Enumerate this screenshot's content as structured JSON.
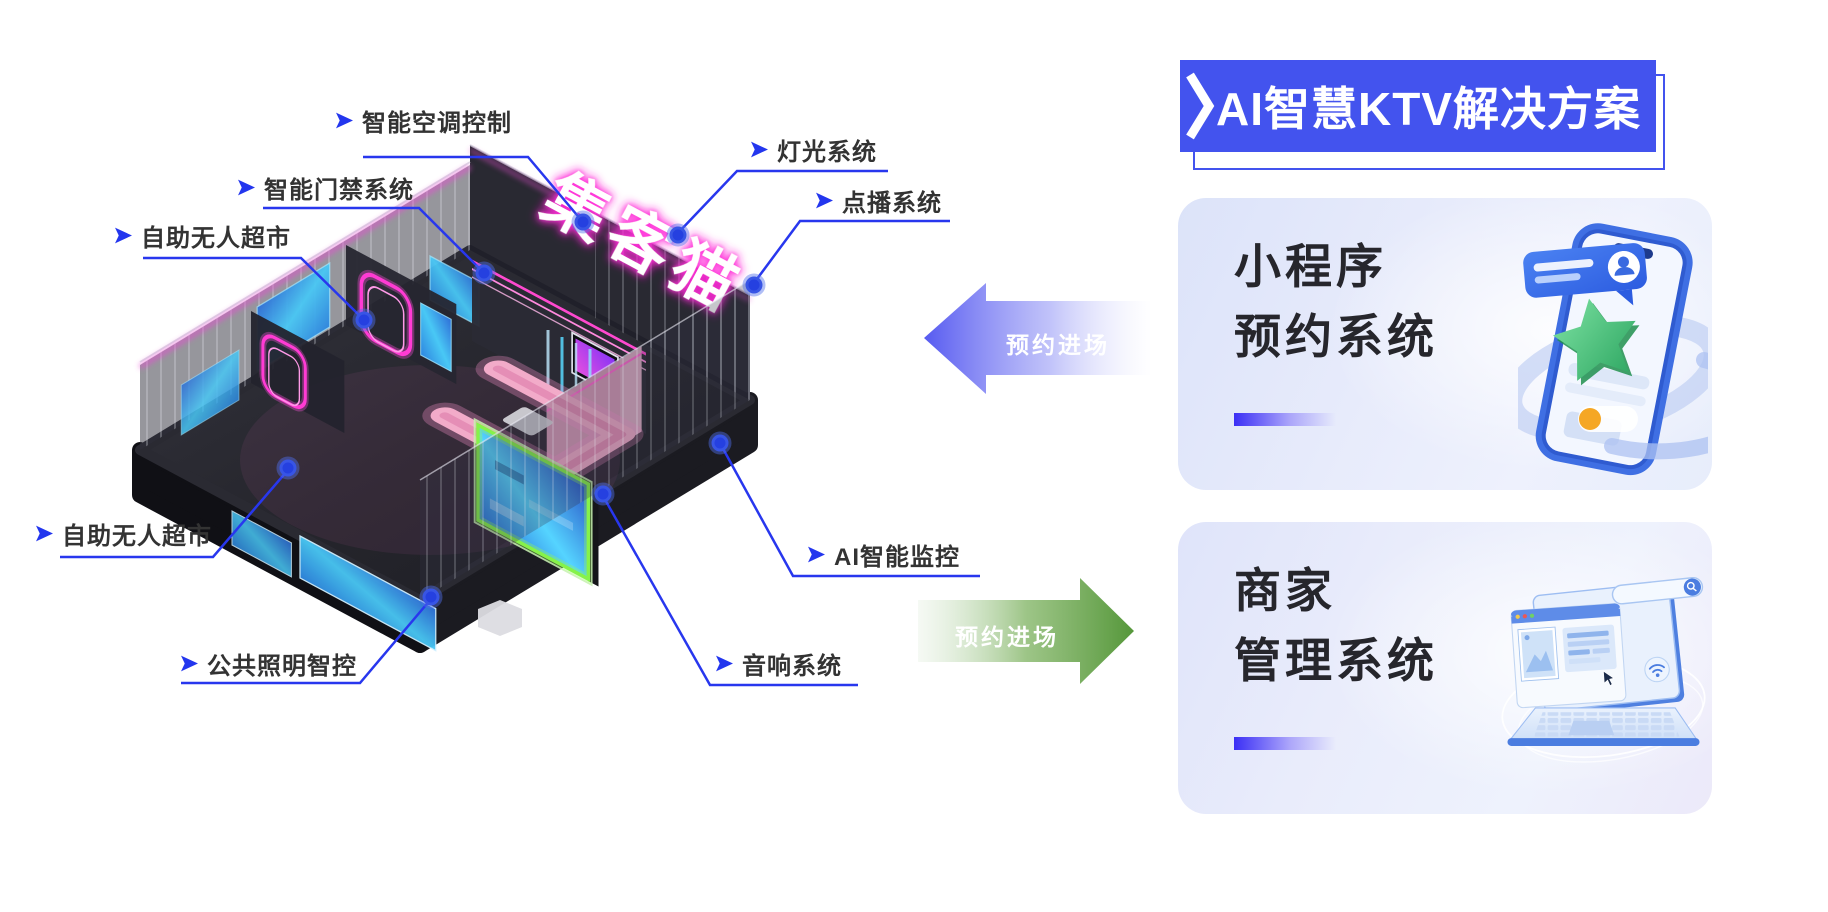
{
  "title_banner": {
    "text": "AI智慧KTV解决方案",
    "bg_color": "#4353ee",
    "text_color": "#ffffff"
  },
  "diagram": {
    "neon_sign": "集客猫",
    "labels": [
      {
        "text": "智能空调控制"
      },
      {
        "text": "智能门禁系统"
      },
      {
        "text": "自助无人超市"
      },
      {
        "text": "灯光系统"
      },
      {
        "text": "点播系统"
      },
      {
        "text": "自助无人超市"
      },
      {
        "text": "公共照明智控"
      },
      {
        "text": "音响系统"
      },
      {
        "text": "AI智能监控"
      }
    ]
  },
  "flows": {
    "to_left": {
      "text": "预约进场",
      "color": "#5459f0",
      "direction": "left"
    },
    "to_right": {
      "text": "预约进场",
      "color": "#5c9e3c",
      "direction": "right"
    }
  },
  "cards": [
    {
      "line1": "小程序",
      "line2": "预约系统",
      "illustration": "phone-booking"
    },
    {
      "line1": "商家",
      "line2": "管理系统",
      "illustration": "laptop-admin"
    }
  ],
  "colors": {
    "accent_blue": "#2b3aef",
    "banner_blue": "#4353ee",
    "label_text": "#333333",
    "card_title_text": "#26262c",
    "underline_gradient_start": "#3b2ff5",
    "neon_magenta": "#ff3bd4",
    "neon_cyan": "#55e0ff",
    "neon_green": "#86f24a"
  }
}
